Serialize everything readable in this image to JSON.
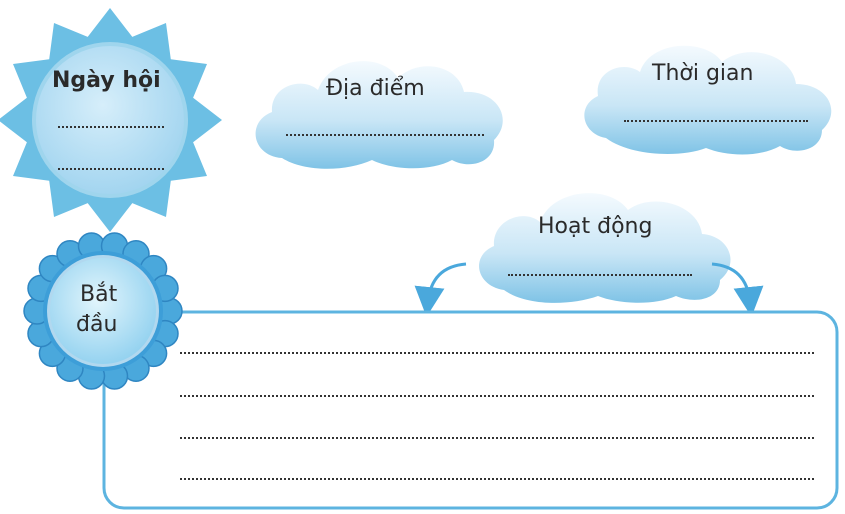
{
  "sun": {
    "title": "Ngày hội",
    "blank_1": "",
    "blank_2": ""
  },
  "cloud_place": {
    "label": "Địa điểm",
    "blank": ""
  },
  "cloud_time": {
    "label": "Thời gian",
    "blank": ""
  },
  "cloud_activity": {
    "label": "Hoạt động",
    "blank": ""
  },
  "flower": {
    "label_line_1": "Bắt",
    "label_line_2": "đầu"
  },
  "box": {
    "lines": [
      "",
      "",
      "",
      ""
    ]
  },
  "colors": {
    "sun_ray": "#6cbfe4",
    "sun_core": "#b7def4",
    "cloud_light": "#eef7fd",
    "cloud_dark": "#7fc3e6",
    "box_border": "#5db4e0",
    "arrow": "#4aa8dc",
    "flower_petal": "#3d9ed8",
    "flower_core": "#aee0f7"
  }
}
